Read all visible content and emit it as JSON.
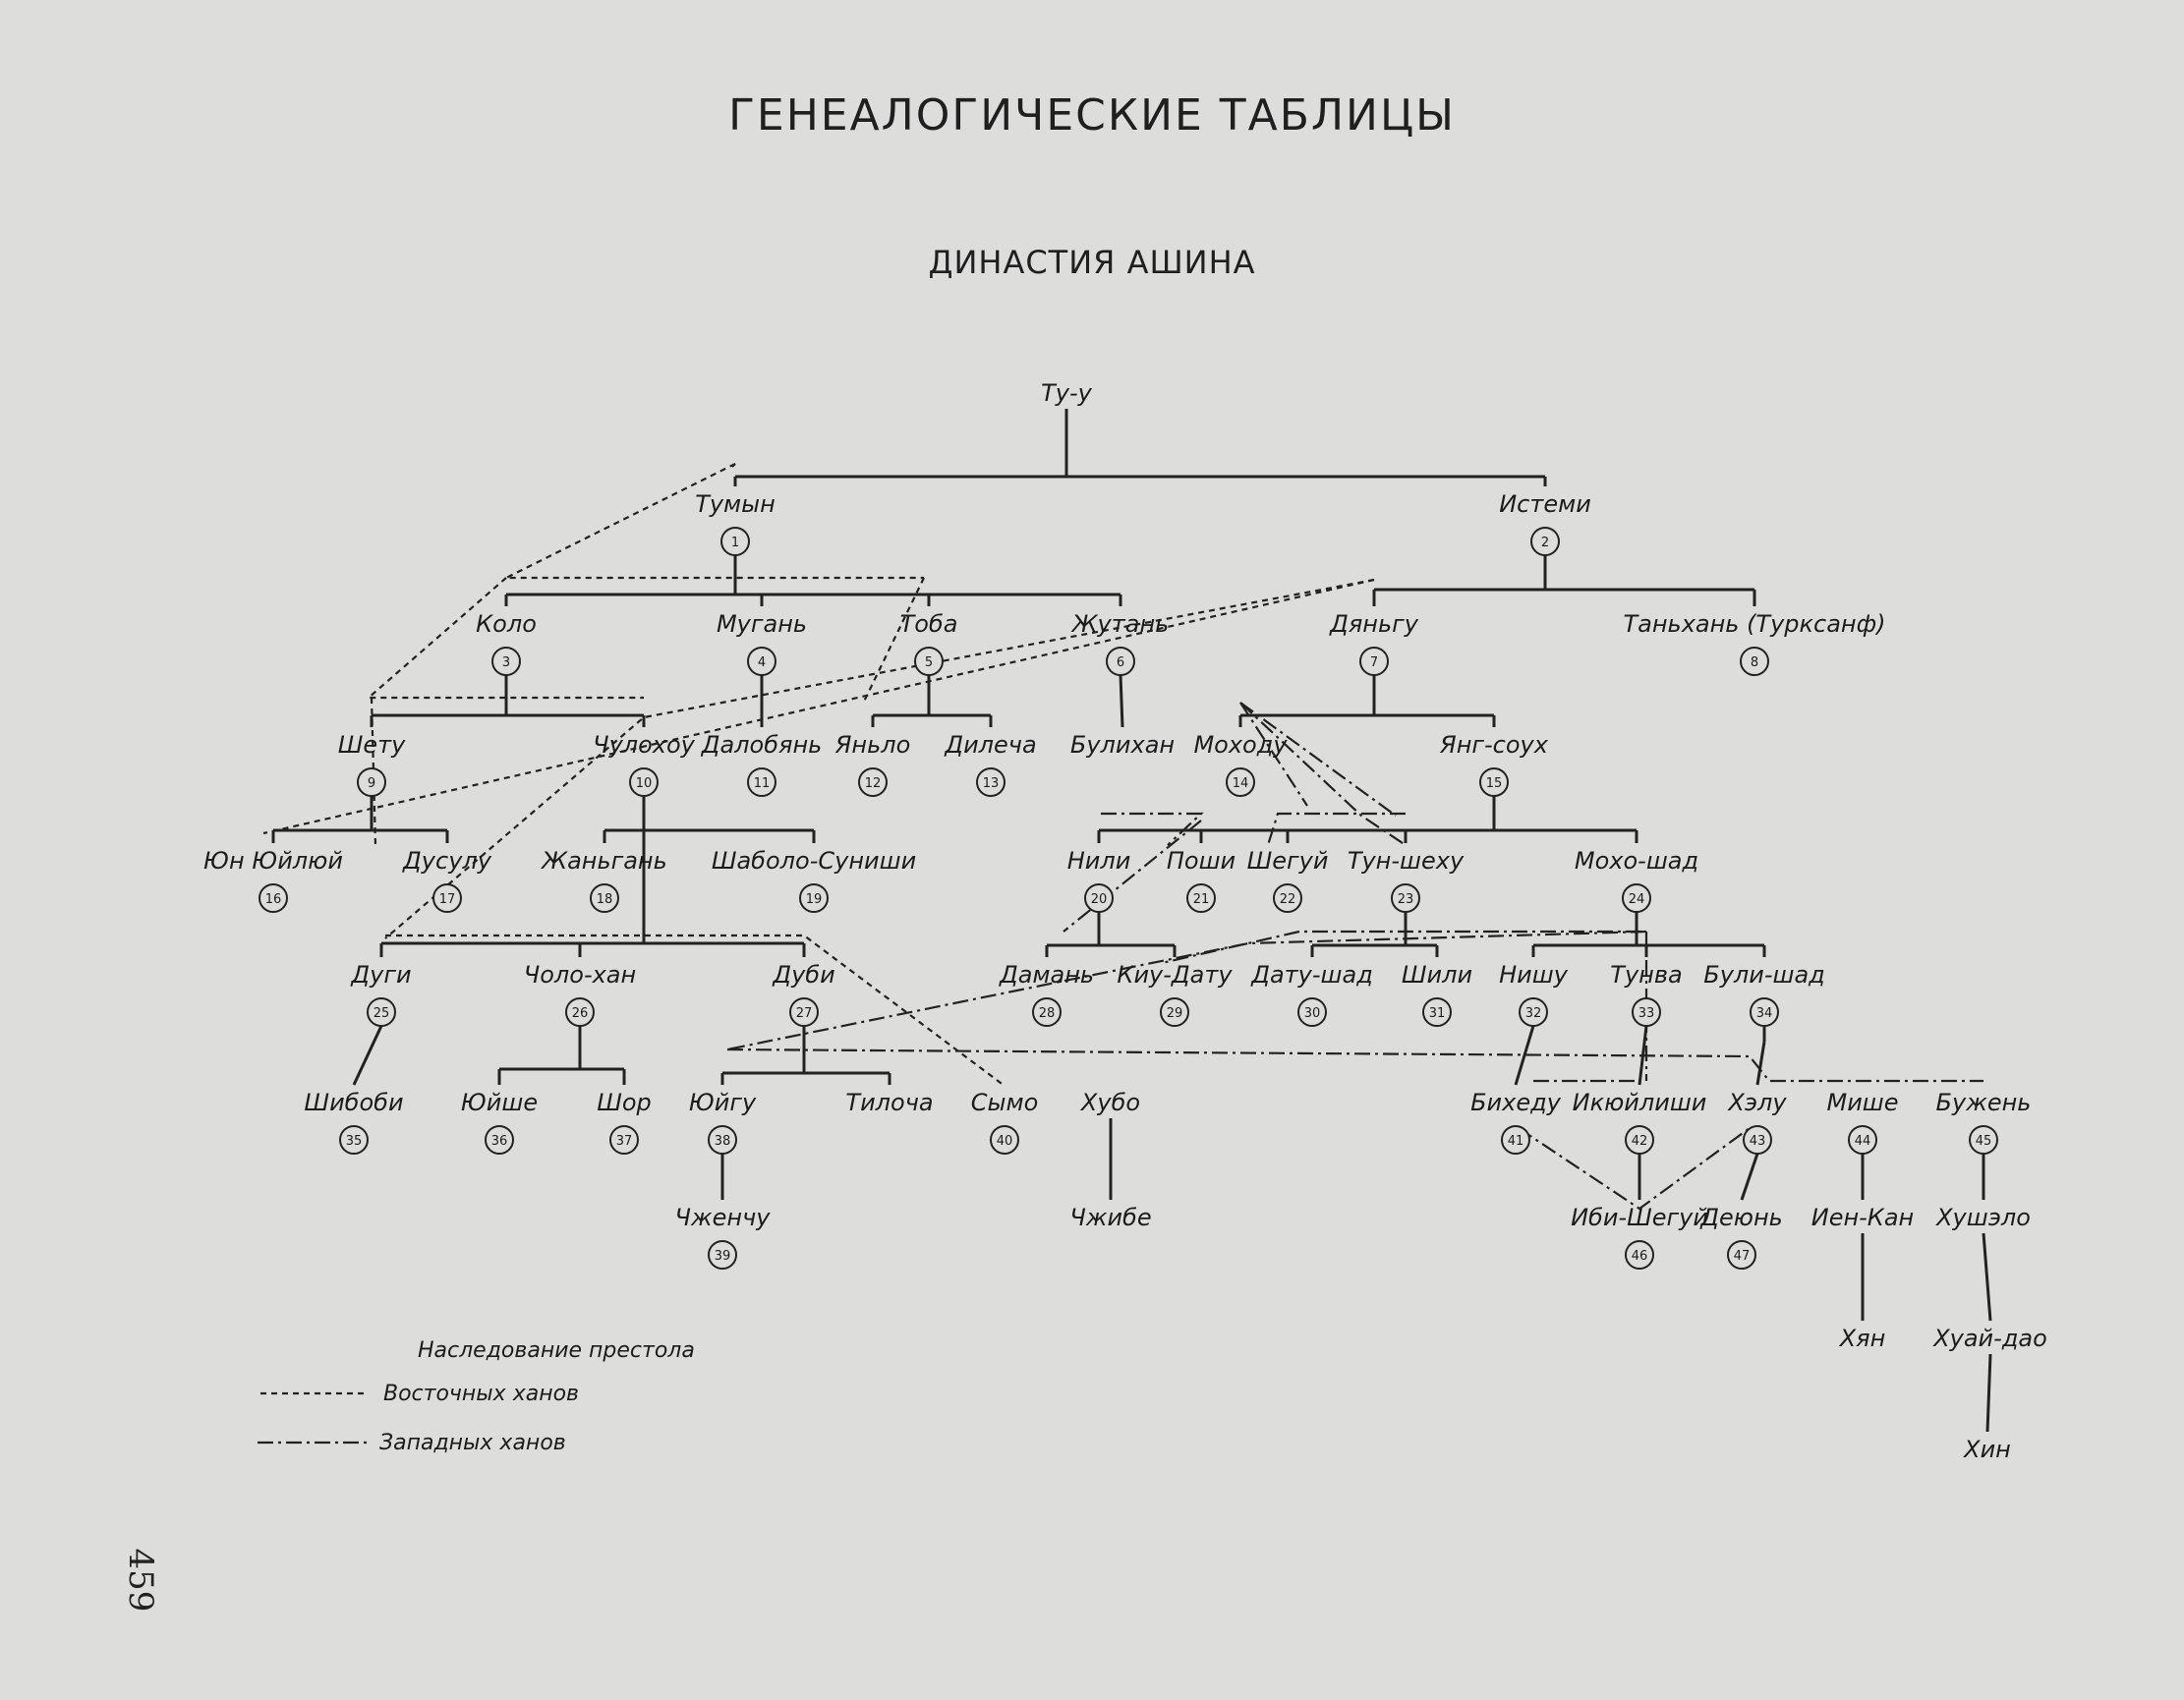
{
  "title": "ГЕНЕАЛОГИЧЕСКИЕ ТАБЛИЦЫ",
  "subtitle": "ДИНАСТИЯ АШИНА",
  "page_number": "459",
  "legend": {
    "heading": "Наследование престола",
    "east": "Восточных ханов",
    "west": "Западных ханов"
  },
  "nodes": {
    "tuu": {
      "name": "Ту-у"
    },
    "tumyn": {
      "name": "Тумын",
      "num": "1"
    },
    "istemi": {
      "name": "Истеми",
      "num": "2"
    },
    "kolo": {
      "name": "Коло",
      "num": "3"
    },
    "mugan": {
      "name": "Мугань",
      "num": "4"
    },
    "toba": {
      "name": "Тоба",
      "num": "5"
    },
    "zhutan": {
      "name": "Жутань",
      "num": "6"
    },
    "dyangu": {
      "name": "Дяньгу",
      "num": "7"
    },
    "tankhan": {
      "name": "Таньхань (Турксанф)",
      "num": "8"
    },
    "shetu": {
      "name": "Шету",
      "num": "9"
    },
    "chulokhou": {
      "name": "Чулохоу",
      "num": "10"
    },
    "dalobyan": {
      "name": "Далобянь",
      "num": "11"
    },
    "yanlo": {
      "name": "Яньло",
      "num": "12"
    },
    "dilecha": {
      "name": "Дилеча",
      "num": "13"
    },
    "bulikhan": {
      "name": "Булихан"
    },
    "mokhodu": {
      "name": "Моходу",
      "num": "14"
    },
    "yangsoukh": {
      "name": "Янг-соух",
      "num": "15"
    },
    "yunyuilyui": {
      "name": "Юн Юйлюй",
      "num": "16"
    },
    "dusulu": {
      "name": "Дусулу",
      "num": "17"
    },
    "zhangan": {
      "name": "Жаньгань",
      "num": "18"
    },
    "shabolo": {
      "name": "Шаболо-Суниши",
      "num": "19"
    },
    "nili": {
      "name": "Нили",
      "num": "20"
    },
    "poshi": {
      "name": "Поши",
      "num": "21"
    },
    "shegui": {
      "name": "Шегуй",
      "num": "22"
    },
    "tunshekhu": {
      "name": "Тун-шеху",
      "num": "23"
    },
    "mokhoshad": {
      "name": "Мохо-шад",
      "num": "24"
    },
    "dugi": {
      "name": "Дуги",
      "num": "25"
    },
    "cholokhan": {
      "name": "Чоло-хан",
      "num": "26"
    },
    "dubi": {
      "name": "Дуби",
      "num": "27"
    },
    "daman": {
      "name": "Дамань",
      "num": "28"
    },
    "kiudatu": {
      "name": "Киу-Дату",
      "num": "29"
    },
    "datushad": {
      "name": "Дату-шад",
      "num": "30"
    },
    "shili": {
      "name": "Шили",
      "num": "31"
    },
    "nishu": {
      "name": "Нишу",
      "num": "32"
    },
    "tunva": {
      "name": "Тунва",
      "num": "33"
    },
    "bulishad": {
      "name": "Були-шад",
      "num": "34"
    },
    "shibobi": {
      "name": "Шибоби",
      "num": "35"
    },
    "yuishe": {
      "name": "Юйше",
      "num": "36"
    },
    "shor": {
      "name": "Шор",
      "num": "37"
    },
    "yuigu": {
      "name": "Юйгу",
      "num": "38"
    },
    "tilocha": {
      "name": "Тилоча"
    },
    "symo": {
      "name": "Сымо",
      "num": "40"
    },
    "khubo": {
      "name": "Хубо"
    },
    "bikhedu": {
      "name": "Бихеду",
      "num": "41"
    },
    "ikyulishi": {
      "name": "Икюйлиши",
      "num": "42"
    },
    "khelu": {
      "name": "Хэлу",
      "num": "43"
    },
    "mishe": {
      "name": "Мише",
      "num": "44"
    },
    "buzhen": {
      "name": "Бужень",
      "num": "45"
    },
    "zhenchu": {
      "name": "Чженчу",
      "num": "39"
    },
    "zhibe": {
      "name": "Чжибе"
    },
    "ibishegui": {
      "name": "Иби-Шегуй",
      "num": "46"
    },
    "deyun": {
      "name": "Деюнь",
      "num": "47"
    },
    "ienkan": {
      "name": "Иен-Кан"
    },
    "khushelo": {
      "name": "Хушэло"
    },
    "khyan": {
      "name": "Хян"
    },
    "khuaidao": {
      "name": "Хуай-дао"
    },
    "khin": {
      "name": "Хин"
    }
  }
}
